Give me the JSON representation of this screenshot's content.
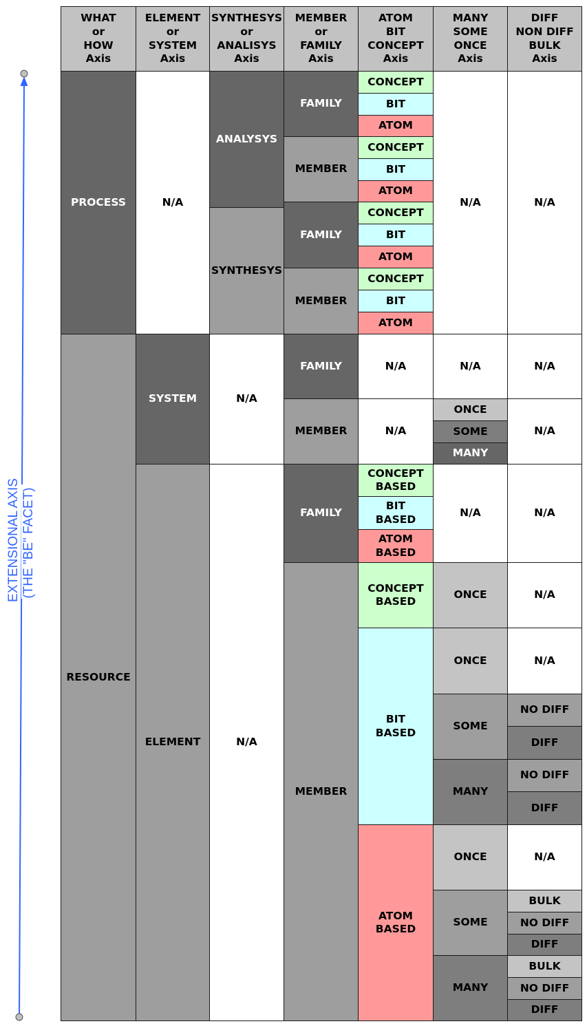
{
  "headers": [
    "WHAT\nor\nHOW\nAxis",
    "ELEMENT\nor\nSYSTEM\nAxis",
    "SYNTHESYS\nor\nANALISYS\nAxis",
    "MEMBER\nor\nFAMILY\nAxis",
    "ATOM\nBIT\nCONCEPT\nAxis",
    "MANY\nSOME\nONCE\nAxis",
    "DIFF\nNON DIFF\nBULK\nAxis"
  ],
  "axis_label": "EXTENSIONAL AXIS\n(THE \"BE\" FACET)",
  "colors": {
    "axis_line": "#3366ff",
    "concept": "#ccffcc",
    "bit": "#ccffff",
    "atom": "#ff9999",
    "dark_gray": "#666666",
    "mid_gray": "#9e9e9e",
    "light_gray": "#c4c4c4",
    "header": "#c2c2c2"
  },
  "cells": [
    {
      "name": "process-cell",
      "text": "PROCESS",
      "style": "d"
    },
    {
      "name": "process-element-system-cell",
      "text": "N/A",
      "style": "w"
    },
    {
      "name": "analysys-cell",
      "text": "ANALYSYS",
      "style": "d"
    },
    {
      "name": "synthesys-cell",
      "text": "SYNTHESYS",
      "style": "m"
    },
    {
      "name": "analysys-family-cell",
      "text": "FAMILY",
      "style": "d"
    },
    {
      "name": "analysys-member-cell",
      "text": "MEMBER",
      "style": "m"
    },
    {
      "name": "synthesys-family-cell",
      "text": "FAMILY",
      "style": "d"
    },
    {
      "name": "synthesys-member-cell",
      "text": "MEMBER",
      "style": "m"
    },
    {
      "name": "concept-cell",
      "text": "CONCEPT",
      "style": "c"
    },
    {
      "name": "bit-cell",
      "text": "BIT",
      "style": "b"
    },
    {
      "name": "atom-cell",
      "text": "ATOM",
      "style": "a"
    },
    {
      "name": "concept-cell",
      "text": "CONCEPT",
      "style": "c"
    },
    {
      "name": "bit-cell",
      "text": "BIT",
      "style": "b"
    },
    {
      "name": "atom-cell",
      "text": "ATOM",
      "style": "a"
    },
    {
      "name": "concept-cell",
      "text": "CONCEPT",
      "style": "c"
    },
    {
      "name": "bit-cell",
      "text": "BIT",
      "style": "b"
    },
    {
      "name": "atom-cell",
      "text": "ATOM",
      "style": "a"
    },
    {
      "name": "concept-cell",
      "text": "CONCEPT",
      "style": "c"
    },
    {
      "name": "bit-cell",
      "text": "BIT",
      "style": "b"
    },
    {
      "name": "atom-cell",
      "text": "ATOM",
      "style": "a"
    },
    {
      "name": "process-many-some-once-cell",
      "text": "N/A",
      "style": "w"
    },
    {
      "name": "process-diff-cell",
      "text": "N/A",
      "style": "w"
    },
    {
      "name": "resource-cell",
      "text": "RESOURCE",
      "style": "m"
    },
    {
      "name": "system-cell",
      "text": "SYSTEM",
      "style": "d"
    },
    {
      "name": "system-synthesys-cell",
      "text": "N/A",
      "style": "w"
    },
    {
      "name": "system-family-cell",
      "text": "FAMILY",
      "style": "d"
    },
    {
      "name": "system-family-atom-cell",
      "text": "N/A",
      "style": "w"
    },
    {
      "name": "system-family-many-cell",
      "text": "N/A",
      "style": "w"
    },
    {
      "name": "system-family-diff-cell",
      "text": "N/A",
      "style": "w"
    },
    {
      "name": "system-member-cell",
      "text": "MEMBER",
      "style": "m"
    },
    {
      "name": "system-member-atom-cell",
      "text": "N/A",
      "style": "w"
    },
    {
      "name": "once-cell",
      "text": "ONCE",
      "style": "lg"
    },
    {
      "name": "some-cell",
      "text": "SOME",
      "style": "md"
    },
    {
      "name": "many-cell",
      "text": "MANY",
      "style": "d"
    },
    {
      "name": "system-member-diff-cell",
      "text": "N/A",
      "style": "w"
    },
    {
      "name": "element-cell",
      "text": "ELEMENT",
      "style": "m"
    },
    {
      "name": "element-synthesys-cell",
      "text": "N/A",
      "style": "w"
    },
    {
      "name": "element-family-cell",
      "text": "FAMILY",
      "style": "d"
    },
    {
      "name": "concept-based-cell",
      "text": "CONCEPT\nBASED",
      "style": "c"
    },
    {
      "name": "bit-based-cell",
      "text": "BIT\nBASED",
      "style": "b"
    },
    {
      "name": "atom-based-cell",
      "text": "ATOM\nBASED",
      "style": "a"
    },
    {
      "name": "element-family-many-cell",
      "text": "N/A",
      "style": "w"
    },
    {
      "name": "element-family-diff-cell",
      "text": "N/A",
      "style": "w"
    },
    {
      "name": "element-member-cell",
      "text": "MEMBER",
      "style": "m"
    },
    {
      "name": "concept-based-cell",
      "text": "CONCEPT\nBASED",
      "style": "c"
    },
    {
      "name": "once-cell",
      "text": "ONCE",
      "style": "lg"
    },
    {
      "name": "na-cell",
      "text": "N/A",
      "style": "w"
    },
    {
      "name": "bit-based-cell",
      "text": "BIT\nBASED",
      "style": "b"
    },
    {
      "name": "once-cell",
      "text": "ONCE",
      "style": "lg"
    },
    {
      "name": "na-cell",
      "text": "N/A",
      "style": "w"
    },
    {
      "name": "some-cell",
      "text": "SOME",
      "style": "m"
    },
    {
      "name": "no-diff-cell",
      "text": "NO DIFF",
      "style": "m"
    },
    {
      "name": "diff-cell",
      "text": "DIFF",
      "style": "md"
    },
    {
      "name": "many-cell",
      "text": "MANY",
      "style": "md"
    },
    {
      "name": "no-diff-cell",
      "text": "NO DIFF",
      "style": "m"
    },
    {
      "name": "diff-cell",
      "text": "DIFF",
      "style": "md"
    },
    {
      "name": "atom-based-cell",
      "text": "ATOM\nBASED",
      "style": "a"
    },
    {
      "name": "once-cell",
      "text": "ONCE",
      "style": "lg"
    },
    {
      "name": "na-cell",
      "text": "N/A",
      "style": "w"
    },
    {
      "name": "some-cell",
      "text": "SOME",
      "style": "m"
    },
    {
      "name": "bulk-cell",
      "text": "BULK",
      "style": "lg"
    },
    {
      "name": "no-diff-cell",
      "text": "NO DIFF",
      "style": "m"
    },
    {
      "name": "diff-cell",
      "text": "DIFF",
      "style": "md"
    },
    {
      "name": "many-cell",
      "text": "MANY",
      "style": "md"
    },
    {
      "name": "bulk-cell",
      "text": "BULK",
      "style": "lg"
    },
    {
      "name": "no-diff-cell",
      "text": "NO DIFF",
      "style": "m"
    },
    {
      "name": "diff-cell",
      "text": "DIFF",
      "style": "md"
    }
  ]
}
